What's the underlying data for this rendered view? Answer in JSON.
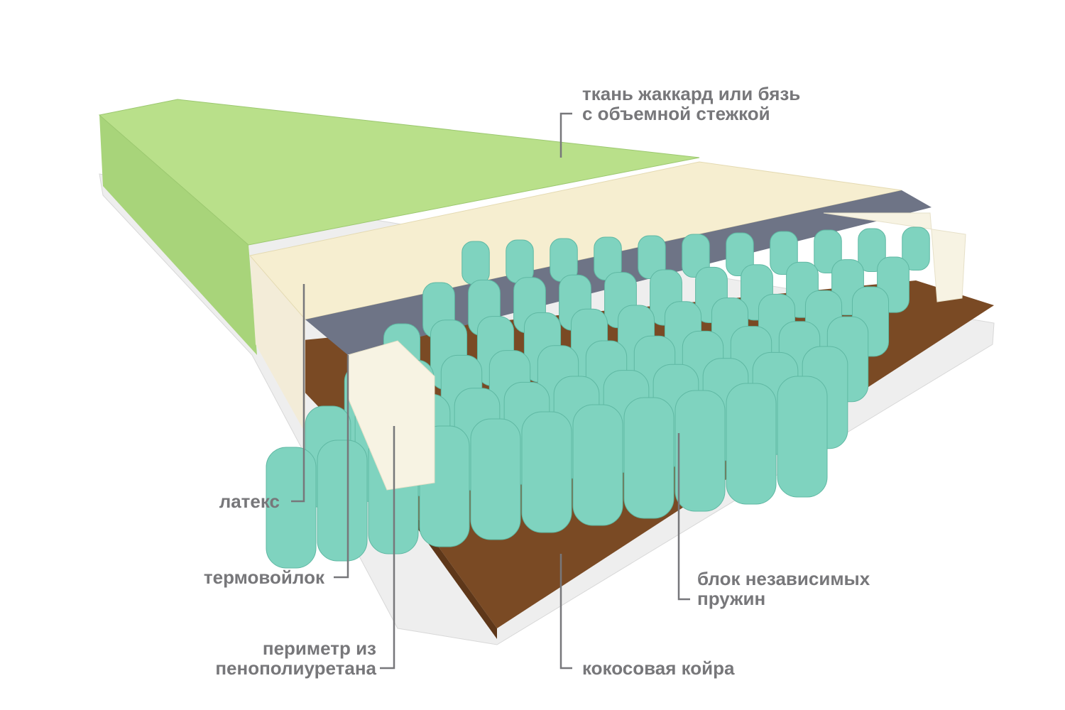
{
  "labels": {
    "cover_line1": "ткань жаккард или бязь",
    "cover_line2": "с объемной стежкой",
    "latex": "латекс",
    "felt": "термовойлок",
    "perimeter_line1": "периметр из",
    "perimeter_line2": "пенополиуретана",
    "springs_line1": "блок независимых",
    "springs_line2": "пружин",
    "coir": "кокосовая койра"
  },
  "colors": {
    "label": "#77777a",
    "cover": "#b9e08a",
    "latex": "#f6eed0",
    "felt": "#6e7486",
    "spring": "#7fd3bf",
    "coir": "#7a4a24",
    "foam": "#f7f3e3"
  }
}
